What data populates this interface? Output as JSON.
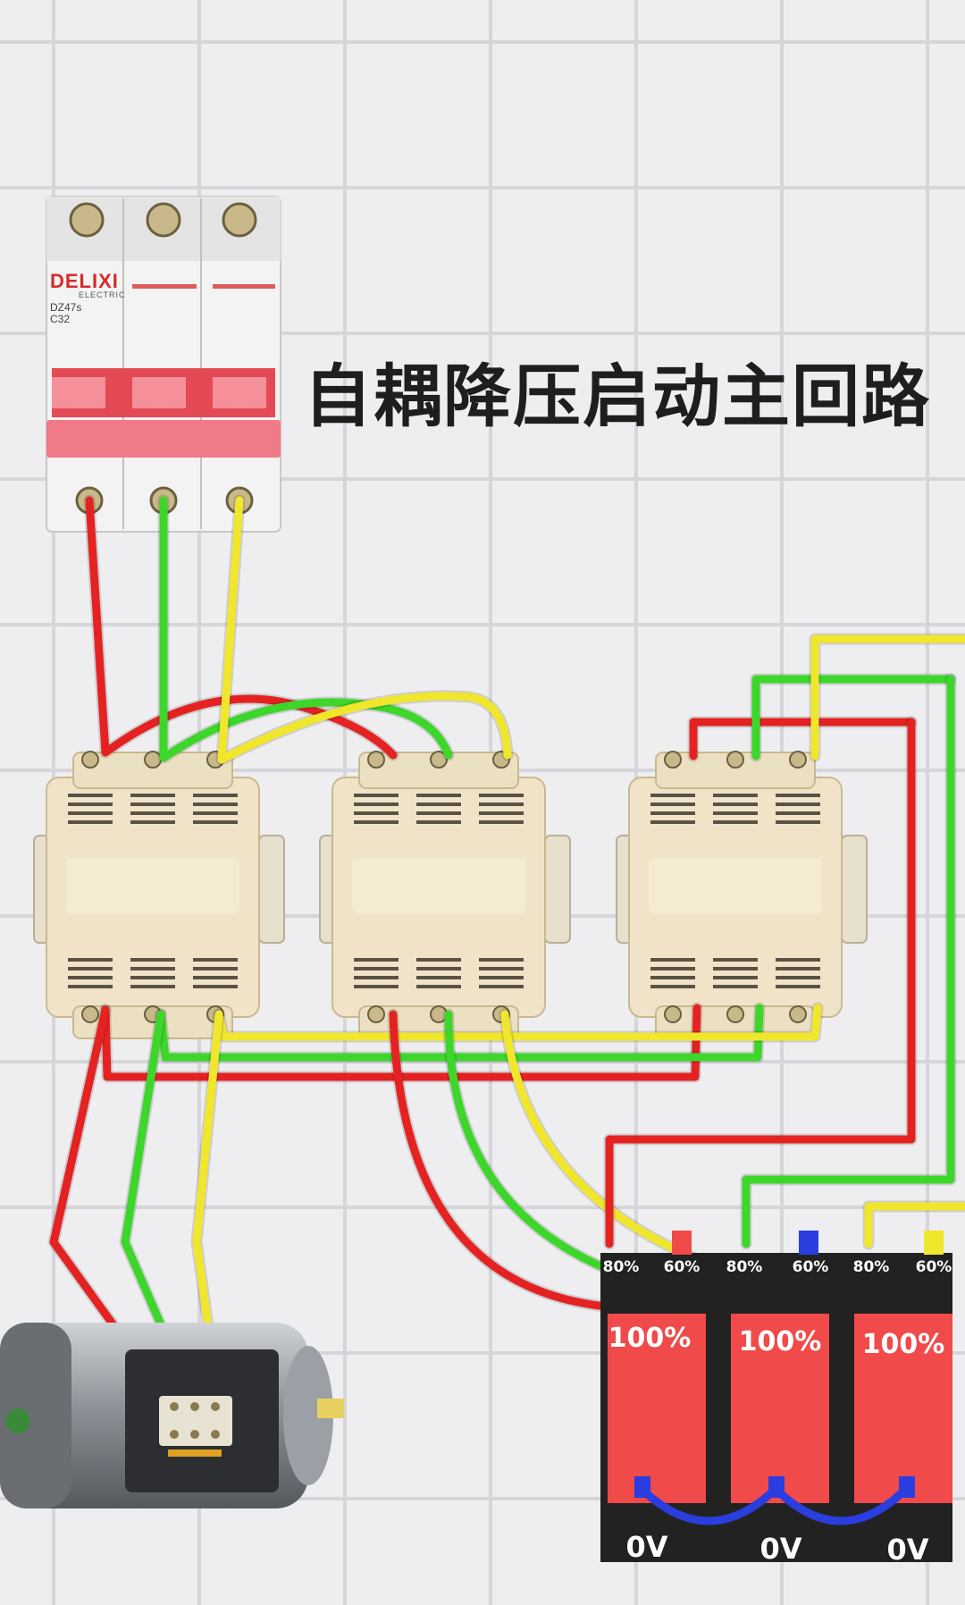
{
  "title": "自耦降压启动主回路",
  "breaker": {
    "brand": "DELIXI",
    "brand_sub": "ELECTRIC",
    "model": "DZ47s",
    "rating": "C32"
  },
  "transformer": {
    "tap_labels": [
      "80%",
      "60%",
      "80%",
      "60%",
      "80%",
      "60%"
    ],
    "full_labels": [
      "100%",
      "100%",
      "100%"
    ],
    "neutral_labels": [
      "0V",
      "0V",
      "0V"
    ]
  },
  "wire_colors": {
    "L1": "#e52222",
    "L2": "#3dd62a",
    "L3": "#f0e62c"
  },
  "colors": {
    "transformer_core": "#f04a4a",
    "transformer_band": "#222222",
    "neutral_link": "#2a3ee0",
    "contactor_body": "#f1e3c8"
  }
}
